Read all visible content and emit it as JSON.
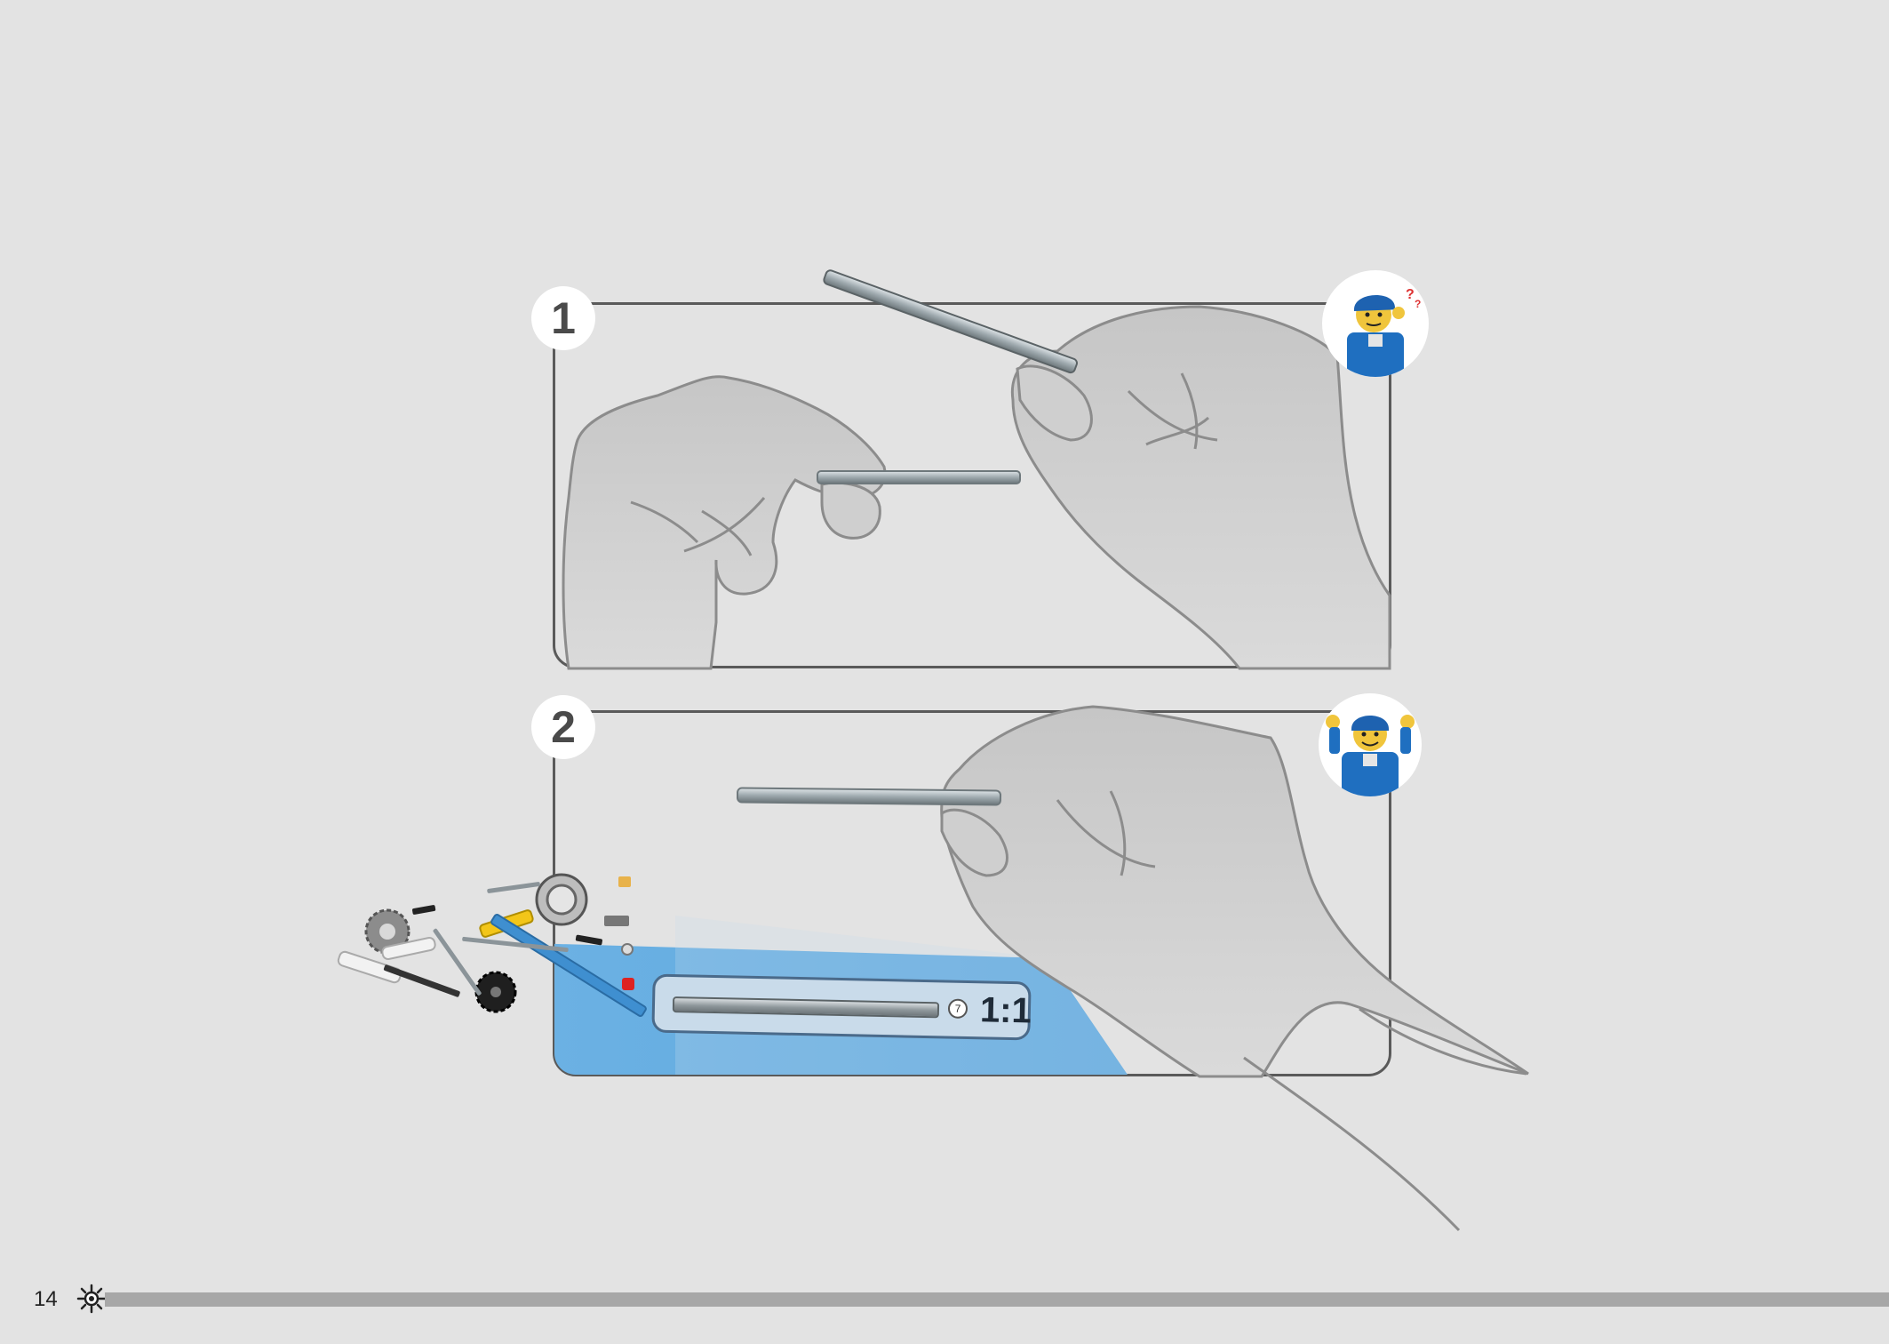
{
  "steps": [
    {
      "number": "1",
      "avatar_icon": "confused-minifigure-icon"
    },
    {
      "number": "2",
      "avatar_icon": "happy-minifigure-icon"
    }
  ],
  "scale_ruler": {
    "part_length": "7",
    "ratio": "1:1"
  },
  "footer": {
    "page_number": "14",
    "icon": "sun-gear-icon"
  },
  "colors": {
    "background": "#e3e3e3",
    "panel_border": "#5a5a5a",
    "hand": "#c8c8c8",
    "hand_outline": "#8c8c8c",
    "axle": "#8e979b",
    "parts_tray": "#6aaee0",
    "footer_bar": "#a7a7a7"
  }
}
